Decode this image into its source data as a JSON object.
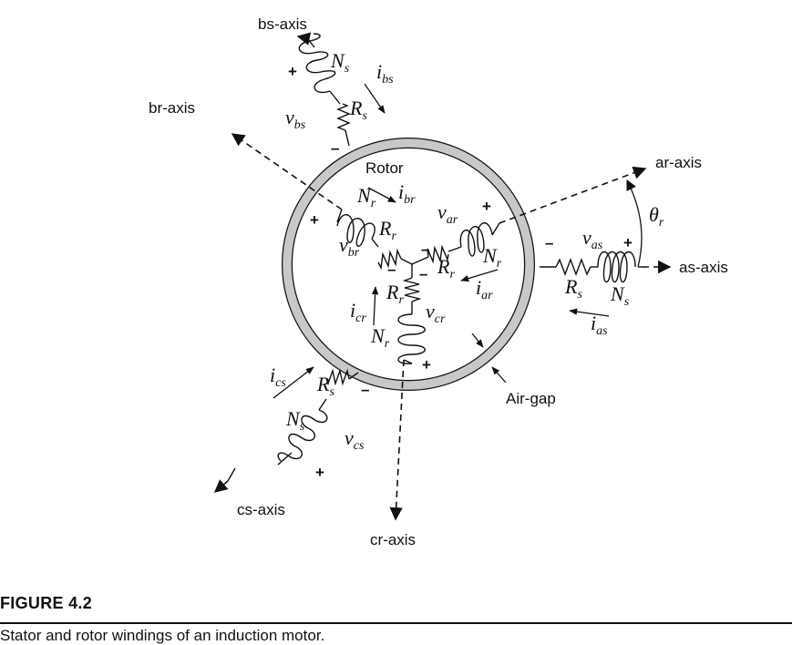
{
  "axes": {
    "as": "as-axis",
    "bs": "bs-axis",
    "cs": "cs-axis",
    "ar": "ar-axis",
    "br": "br-axis",
    "cr": "cr-axis"
  },
  "rotor_label": "Rotor",
  "airgap_label": "Air-gap",
  "theta": {
    "base": "θ",
    "sub": "r"
  },
  "symbols": {
    "N": "N",
    "R": "R",
    "v": "v",
    "i": "i",
    "sub_s": "s",
    "sub_r": "r",
    "sub_as": "as",
    "sub_bs": "bs",
    "sub_cs": "cs",
    "sub_ar": "ar",
    "sub_br": "br",
    "sub_cr": "cr"
  },
  "polarity": {
    "plus": "+",
    "minus": "–"
  },
  "colors": {
    "airgap_ring": "#c8c8c8",
    "ink": "#111111"
  },
  "figure": {
    "label": "FIGURE 4.2",
    "caption": "Stator and rotor windings of an induction motor."
  }
}
